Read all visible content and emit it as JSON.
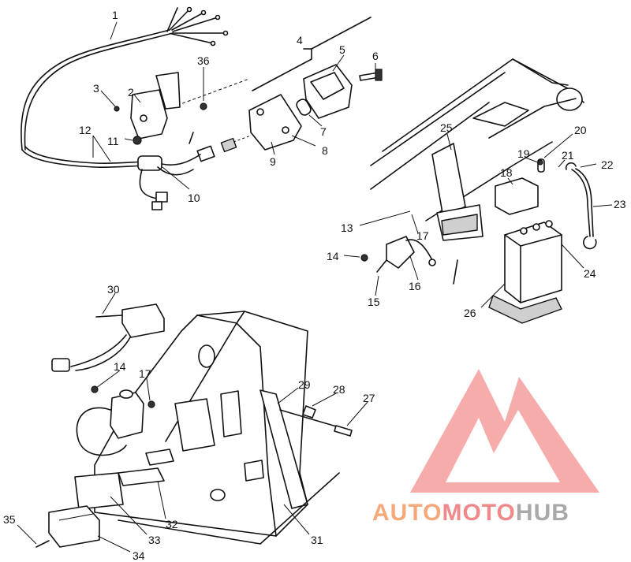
{
  "callouts": [
    {
      "text": "1"
    },
    {
      "text": "2"
    },
    {
      "text": "3"
    },
    {
      "text": "36"
    },
    {
      "text": "4"
    },
    {
      "text": "5"
    },
    {
      "text": "6"
    },
    {
      "text": "7"
    },
    {
      "text": "8"
    },
    {
      "text": "9"
    },
    {
      "text": "10"
    },
    {
      "text": "11"
    },
    {
      "text": "12"
    },
    {
      "text": "25"
    },
    {
      "text": "20"
    },
    {
      "text": "19"
    },
    {
      "text": "21"
    },
    {
      "text": "22"
    },
    {
      "text": "18"
    },
    {
      "text": "23"
    },
    {
      "text": "13"
    },
    {
      "text": "17"
    },
    {
      "text": "14"
    },
    {
      "text": "16"
    },
    {
      "text": "15"
    },
    {
      "text": "24"
    },
    {
      "text": "26"
    },
    {
      "text": "30"
    },
    {
      "text": "14"
    },
    {
      "text": "17"
    },
    {
      "text": "29"
    },
    {
      "text": "28"
    },
    {
      "text": "27"
    },
    {
      "text": "32"
    },
    {
      "text": "33"
    },
    {
      "text": "35"
    },
    {
      "text": "34"
    },
    {
      "text": "31"
    }
  ],
  "watermark": {
    "part1": "AUTO",
    "part2": "MOTO",
    "part3": "HUB",
    "colors": {
      "orange": "#f5a97a",
      "red": "#f08a8a",
      "gray": "#a9a9a9"
    }
  }
}
